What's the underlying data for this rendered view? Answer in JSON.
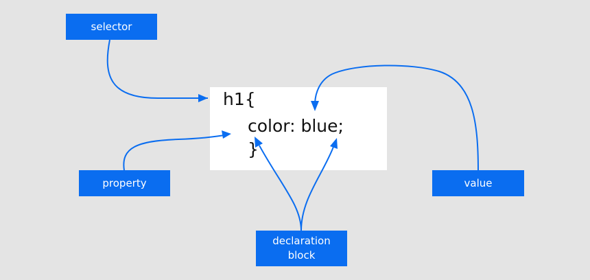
{
  "labels": {
    "selector": "selector",
    "property": "property",
    "value": "value",
    "declaration_line1": "declaration",
    "declaration_line2": "block"
  },
  "code": {
    "line1": "h1{",
    "line2": "color: blue;",
    "line3": "}"
  },
  "colors": {
    "background": "#e4e4e4",
    "accent": "#0a6df0",
    "code_background": "#ffffff",
    "code_text": "#111111"
  }
}
